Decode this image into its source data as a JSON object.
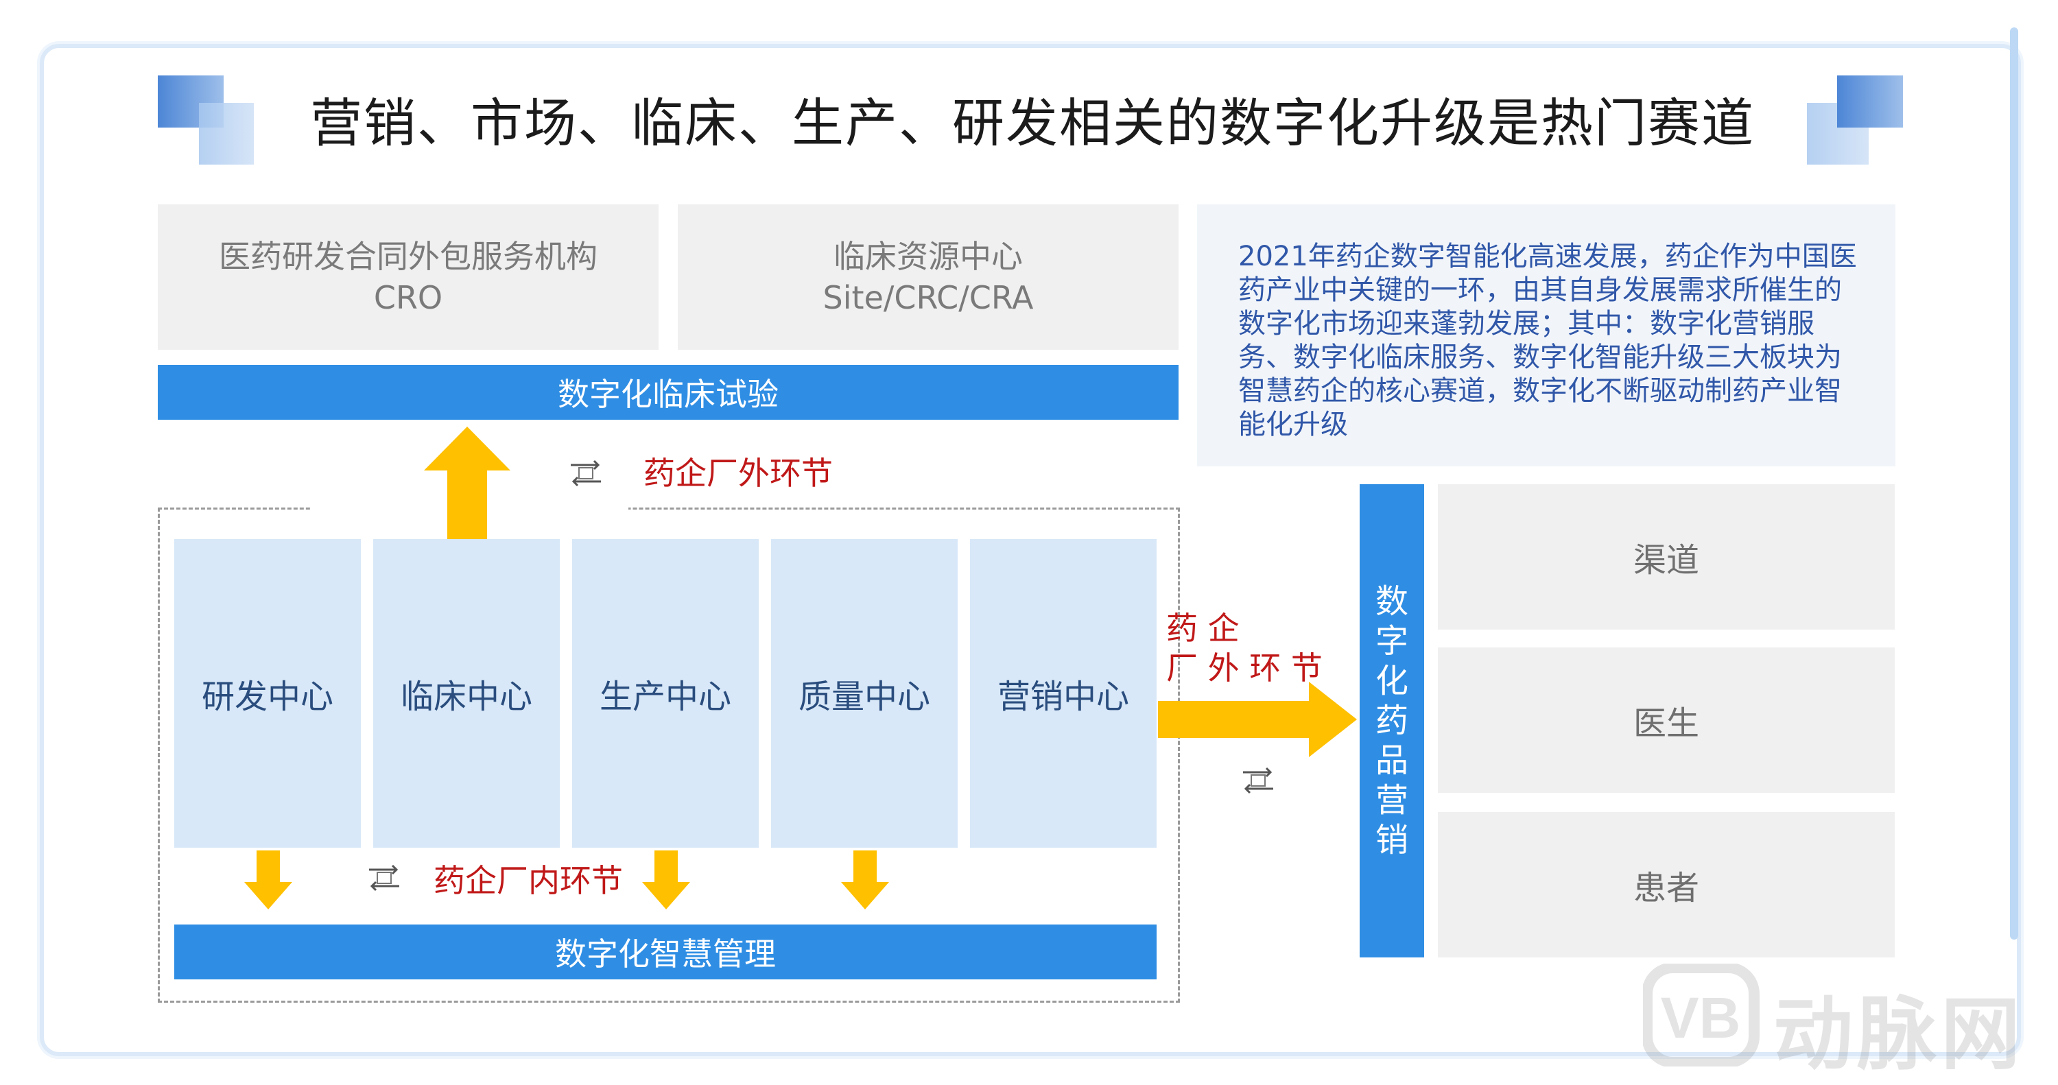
{
  "title": "营销、市场、临床、生产、研发相关的数字化升级是热门赛道",
  "top_boxes": [
    {
      "line1": "医药研发合同外包服务机构",
      "line2": "CRO"
    },
    {
      "line1": "临床资源中心",
      "line2": "Site/CRC/CRA"
    }
  ],
  "clinical_bar": "数字化临床试验",
  "description": "2021年药企数字智能化高速发展，药企作为中国医药产业中关键的一环，由其自身发展需求所催生的数字化市场迎来蓬勃发展；其中：数字化营销服务、数字化临床服务、数字化智能升级三大板块为智慧药企的核心赛道，数字化不断驱动制药产业智能化升级",
  "labels": {
    "outside_top": "药企厂外环节",
    "outside_right_1": "药 企",
    "outside_right_2": "厂 外 环 节",
    "inside": "药企厂内环节"
  },
  "centers": [
    "研发中心",
    "临床中心",
    "生产中心",
    "质量中心",
    "营销中心"
  ],
  "management_bar": "数字化智慧管理",
  "marketing_bar": [
    "数",
    "字",
    "化",
    "药",
    "品",
    "营",
    "销"
  ],
  "channels": [
    "渠道",
    "医生",
    "患者"
  ],
  "watermark": {
    "logo": "VB",
    "text": "动脉网"
  },
  "colors": {
    "blue": "#2f8ee4",
    "arrow": "#ffc000",
    "red": "#c01818",
    "light_blue": "#d8e8f8"
  }
}
